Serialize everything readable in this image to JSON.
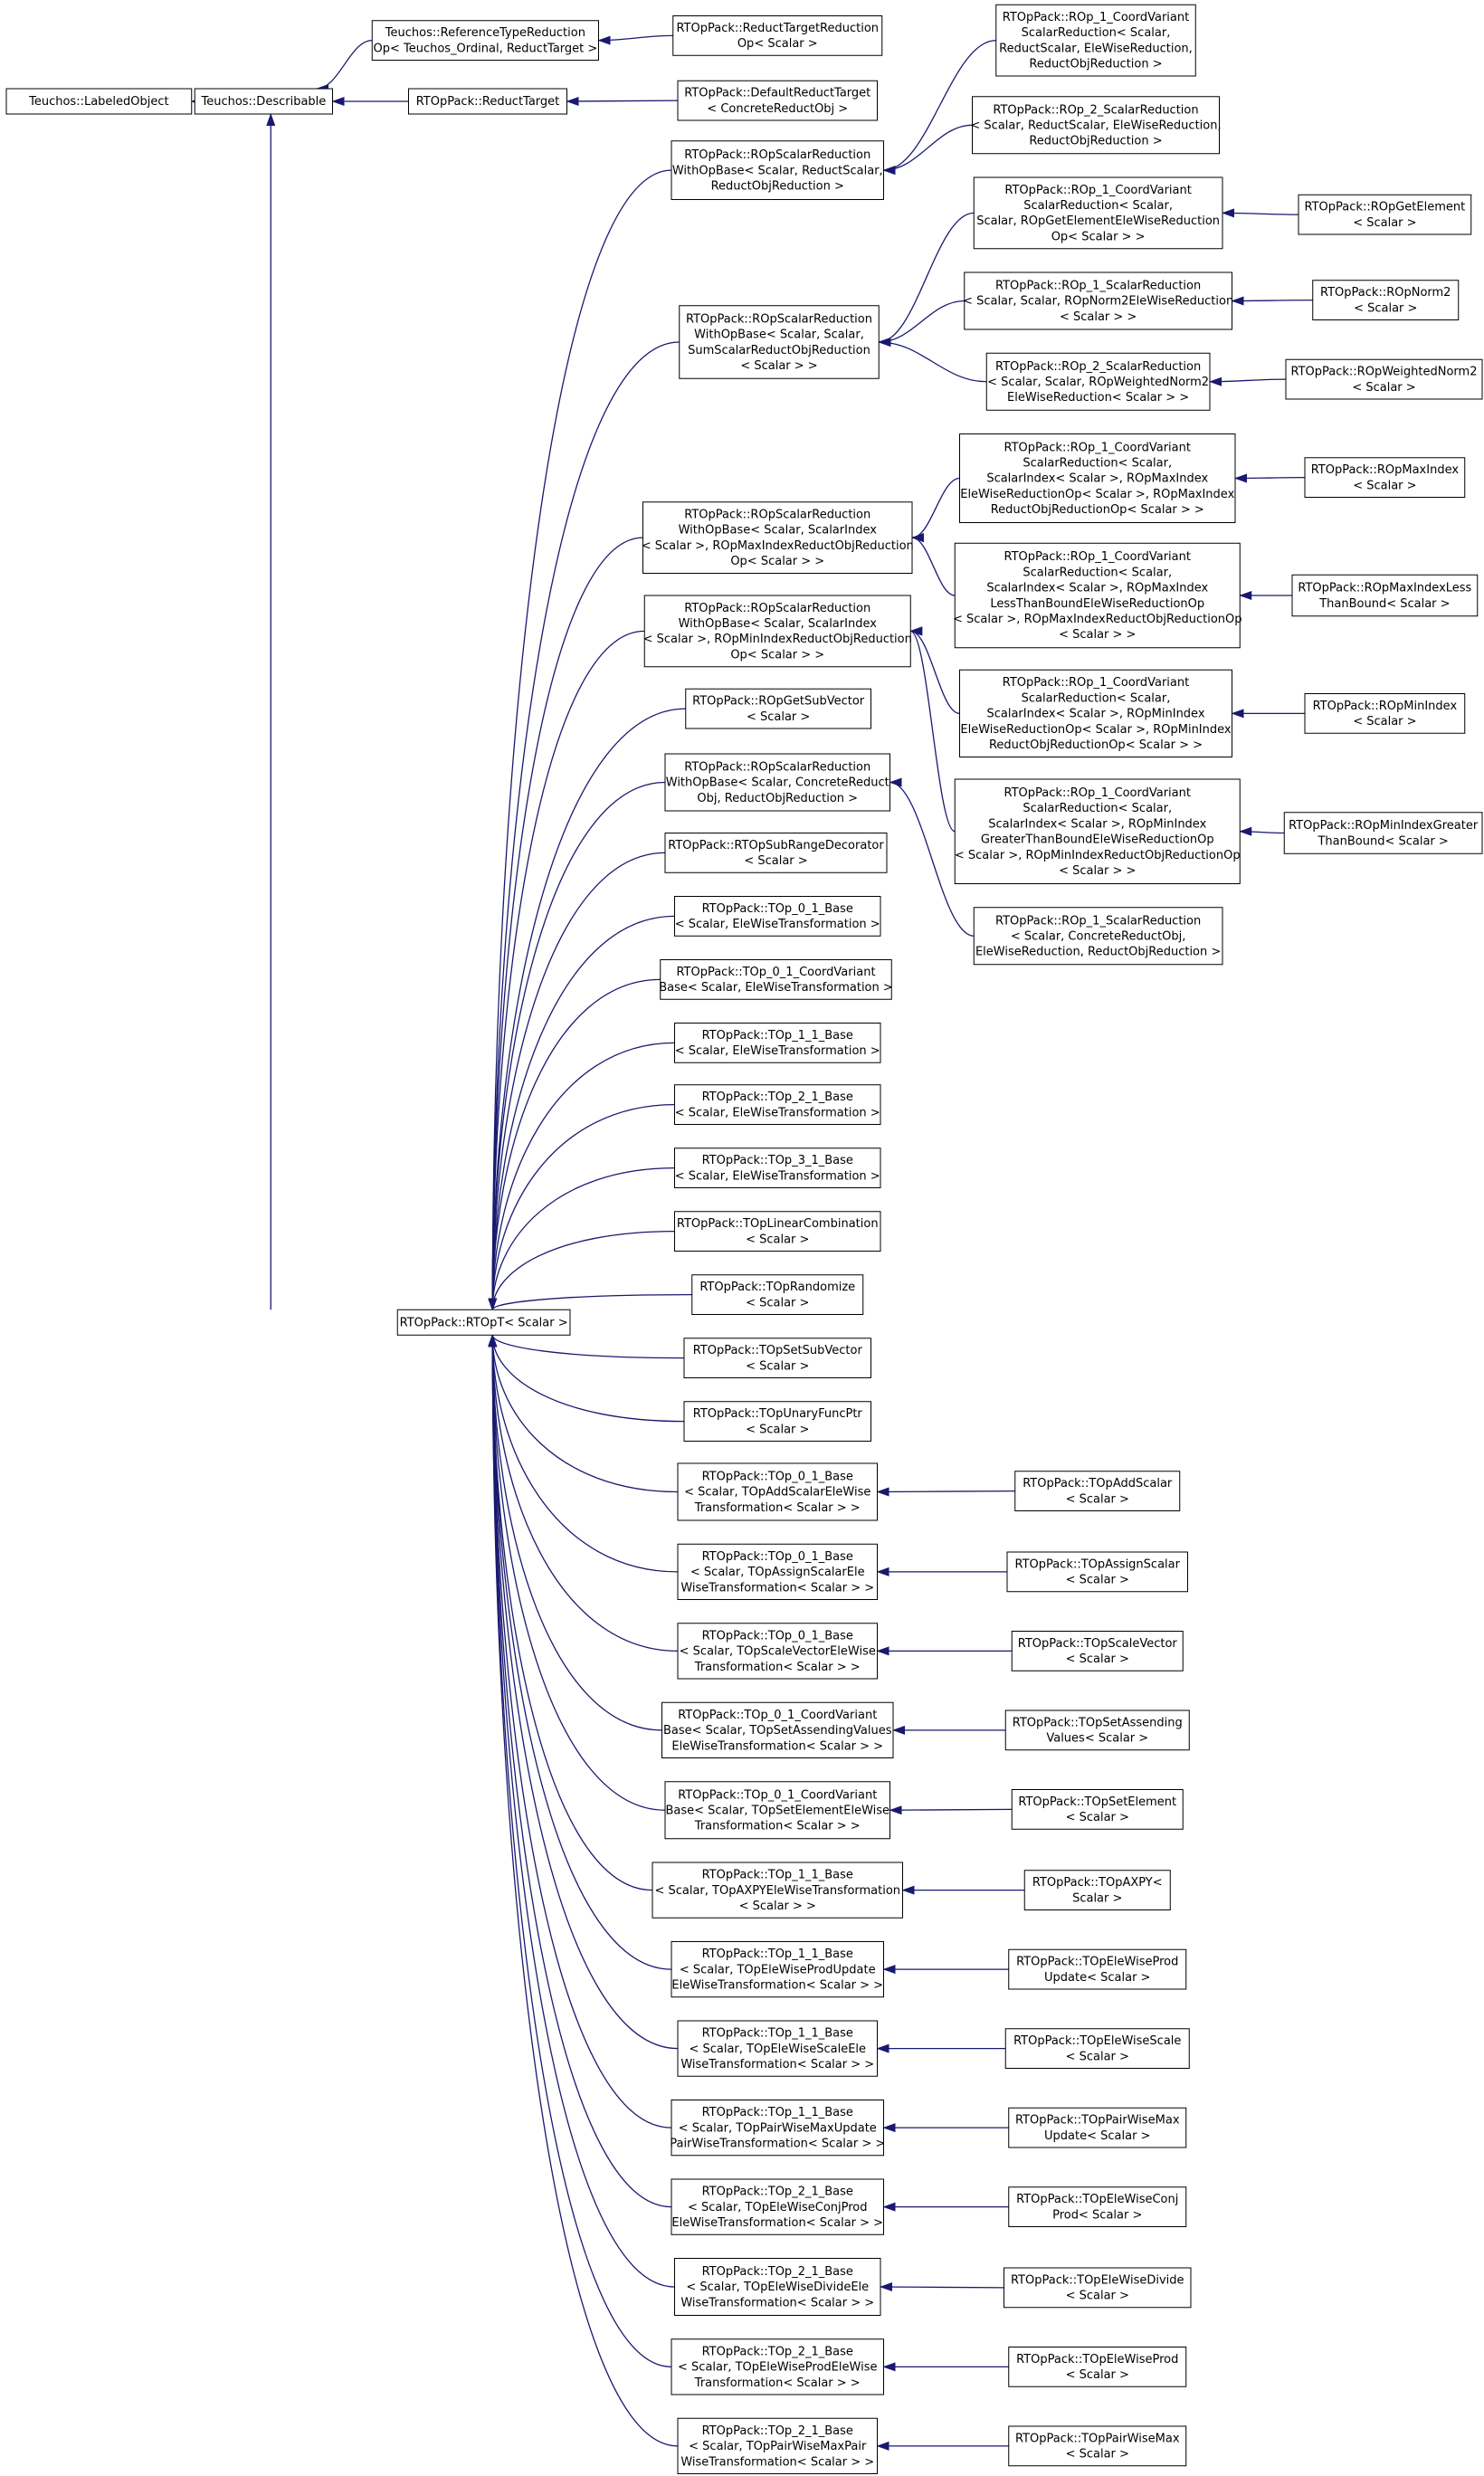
{
  "colors": {
    "edge": "#191970",
    "node_border": "#000000",
    "background": "#ffffff"
  },
  "nodes": [
    {
      "id": "labeled",
      "lines": [
        "Teuchos::LabeledObject"
      ]
    },
    {
      "id": "describable",
      "lines": [
        "Teuchos::Describable"
      ]
    },
    {
      "id": "rtopt",
      "lines": [
        "RTOpPack::RTOpT< Scalar >"
      ]
    },
    {
      "id": "reftypered",
      "lines": [
        "Teuchos::ReferenceTypeReduction",
        "Op< Teuchos_Ordinal, ReductTarget >"
      ]
    },
    {
      "id": "reducttarget",
      "lines": [
        "RTOpPack::ReductTarget"
      ]
    },
    {
      "id": "reducttargetred",
      "lines": [
        "RTOpPack::ReductTargetReduction",
        "Op< Scalar >"
      ]
    },
    {
      "id": "defaultreducttarget",
      "lines": [
        "RTOpPack::DefaultReductTarget",
        "< ConcreteReductObj >"
      ]
    },
    {
      "id": "rop1cv_a",
      "lines": [
        "RTOpPack::ROp_1_CoordVariant",
        "ScalarReduction< Scalar,",
        "ReductScalar, EleWiseReduction,",
        "ReductObjReduction >"
      ]
    },
    {
      "id": "rop2sr_a",
      "lines": [
        "RTOpPack::ROp_2_ScalarReduction",
        "< Scalar, ReductScalar, EleWiseReduction,",
        "ReductObjReduction >"
      ]
    },
    {
      "id": "ropsrwob_a",
      "lines": [
        "RTOpPack::ROpScalarReduction",
        "WithOpBase< Scalar, ReductScalar,",
        "ReductObjReduction >"
      ]
    },
    {
      "id": "rop1cv_b",
      "lines": [
        "RTOpPack::ROp_1_CoordVariant",
        "ScalarReduction< Scalar,",
        "Scalar, ROpGetElementEleWiseReduction",
        "Op< Scalar > >"
      ]
    },
    {
      "id": "ropgetelement",
      "lines": [
        "RTOpPack::ROpGetElement",
        "< Scalar >"
      ]
    },
    {
      "id": "rop1sr_a",
      "lines": [
        "RTOpPack::ROp_1_ScalarReduction",
        "< Scalar, Scalar, ROpNorm2EleWiseReduction",
        "< Scalar > >"
      ]
    },
    {
      "id": "ropnorm2",
      "lines": [
        "RTOpPack::ROpNorm2",
        "< Scalar >"
      ]
    },
    {
      "id": "ropsrwob_b",
      "lines": [
        "RTOpPack::ROpScalarReduction",
        "WithOpBase< Scalar, Scalar,",
        "SumScalarReductObjReduction",
        "< Scalar > >"
      ]
    },
    {
      "id": "rop2sr_b",
      "lines": [
        "RTOpPack::ROp_2_ScalarReduction",
        "< Scalar, Scalar, ROpWeightedNorm2",
        "EleWiseReduction< Scalar > >"
      ]
    },
    {
      "id": "ropweightednorm2",
      "lines": [
        "RTOpPack::ROpWeightedNorm2",
        "< Scalar >"
      ]
    },
    {
      "id": "rop1cv_c",
      "lines": [
        "RTOpPack::ROp_1_CoordVariant",
        "ScalarReduction< Scalar,",
        "ScalarIndex< Scalar >, ROpMaxIndex",
        "EleWiseReductionOp< Scalar >, ROpMaxIndex",
        "ReductObjReductionOp< Scalar > >"
      ]
    },
    {
      "id": "ropmaxindex",
      "lines": [
        "RTOpPack::ROpMaxIndex",
        "< Scalar >"
      ]
    },
    {
      "id": "ropsrwob_c",
      "lines": [
        "RTOpPack::ROpScalarReduction",
        "WithOpBase< Scalar, ScalarIndex",
        "< Scalar >, ROpMaxIndexReductObjReduction",
        "Op< Scalar > >"
      ]
    },
    {
      "id": "rop1cv_d",
      "lines": [
        "RTOpPack::ROp_1_CoordVariant",
        "ScalarReduction< Scalar,",
        "ScalarIndex< Scalar >, ROpMaxIndex",
        "LessThanBoundEleWiseReductionOp",
        "< Scalar >, ROpMaxIndexReductObjReductionOp",
        "< Scalar > >"
      ]
    },
    {
      "id": "ropmaxindexless",
      "lines": [
        "RTOpPack::ROpMaxIndexLess",
        "ThanBound< Scalar >"
      ]
    },
    {
      "id": "ropsrwob_d",
      "lines": [
        "RTOpPack::ROpScalarReduction",
        "WithOpBase< Scalar, ScalarIndex",
        "< Scalar >, ROpMinIndexReductObjReduction",
        "Op< Scalar > >"
      ]
    },
    {
      "id": "rop1cv_e",
      "lines": [
        "RTOpPack::ROp_1_CoordVariant",
        "ScalarReduction< Scalar,",
        "ScalarIndex< Scalar >, ROpMinIndex",
        "EleWiseReductionOp< Scalar >, ROpMinIndex",
        "ReductObjReductionOp< Scalar > >"
      ]
    },
    {
      "id": "ropminindex",
      "lines": [
        "RTOpPack::ROpMinIndex",
        "< Scalar >"
      ]
    },
    {
      "id": "ropgetsubvector",
      "lines": [
        "RTOpPack::ROpGetSubVector",
        "< Scalar >"
      ]
    },
    {
      "id": "rop1cv_f",
      "lines": [
        "RTOpPack::ROp_1_CoordVariant",
        "ScalarReduction< Scalar,",
        "ScalarIndex< Scalar >, ROpMinIndex",
        "GreaterThanBoundEleWiseReductionOp",
        "< Scalar >, ROpMinIndexReductObjReductionOp",
        "< Scalar > >"
      ]
    },
    {
      "id": "ropminindexgreater",
      "lines": [
        "RTOpPack::ROpMinIndexGreater",
        "ThanBound< Scalar >"
      ]
    },
    {
      "id": "ropsrwob_e",
      "lines": [
        "RTOpPack::ROpScalarReduction",
        "WithOpBase< Scalar, ConcreteReduct",
        "Obj, ReductObjReduction >"
      ]
    },
    {
      "id": "ropsubrange",
      "lines": [
        "RTOpPack::RTOpSubRangeDecorator",
        "< Scalar >"
      ]
    },
    {
      "id": "rop1sr_b",
      "lines": [
        "RTOpPack::ROp_1_ScalarReduction",
        "< Scalar, ConcreteReductObj,",
        "EleWiseReduction, ReductObjReduction >"
      ]
    },
    {
      "id": "top01base",
      "lines": [
        "RTOpPack::TOp_0_1_Base",
        "< Scalar, EleWiseTransformation >"
      ]
    },
    {
      "id": "top01cv",
      "lines": [
        "RTOpPack::TOp_0_1_CoordVariant",
        "Base< Scalar, EleWiseTransformation >"
      ]
    },
    {
      "id": "top11base",
      "lines": [
        "RTOpPack::TOp_1_1_Base",
        "< Scalar, EleWiseTransformation >"
      ]
    },
    {
      "id": "top21base",
      "lines": [
        "RTOpPack::TOp_2_1_Base",
        "< Scalar, EleWiseTransformation >"
      ]
    },
    {
      "id": "top31base",
      "lines": [
        "RTOpPack::TOp_3_1_Base",
        "< Scalar, EleWiseTransformation >"
      ]
    },
    {
      "id": "toplincomb",
      "lines": [
        "RTOpPack::TOpLinearCombination",
        "< Scalar >"
      ]
    },
    {
      "id": "toprandomize",
      "lines": [
        "RTOpPack::TOpRandomize",
        "< Scalar >"
      ]
    },
    {
      "id": "topsetsubvector",
      "lines": [
        "RTOpPack::TOpSetSubVector",
        "< Scalar >"
      ]
    },
    {
      "id": "topunaryfuncptr",
      "lines": [
        "RTOpPack::TOpUnaryFuncPtr",
        "< Scalar >"
      ]
    },
    {
      "id": "top01_addscalar",
      "lines": [
        "RTOpPack::TOp_0_1_Base",
        "< Scalar, TOpAddScalarEleWise",
        "Transformation< Scalar > >"
      ]
    },
    {
      "id": "topaddscalar",
      "lines": [
        "RTOpPack::TOpAddScalar",
        "< Scalar >"
      ]
    },
    {
      "id": "top01_assignscalar",
      "lines": [
        "RTOpPack::TOp_0_1_Base",
        "< Scalar, TOpAssignScalarEle",
        "WiseTransformation< Scalar > >"
      ]
    },
    {
      "id": "topassignscalar",
      "lines": [
        "RTOpPack::TOpAssignScalar",
        "< Scalar >"
      ]
    },
    {
      "id": "top01_scalevector",
      "lines": [
        "RTOpPack::TOp_0_1_Base",
        "< Scalar, TOpScaleVectorEleWise",
        "Transformation< Scalar > >"
      ]
    },
    {
      "id": "topscalevector",
      "lines": [
        "RTOpPack::TOpScaleVector",
        "< Scalar >"
      ]
    },
    {
      "id": "top01cv_setascending",
      "lines": [
        "RTOpPack::TOp_0_1_CoordVariant",
        "Base< Scalar, TOpSetAssendingValues",
        "EleWiseTransformation< Scalar > >"
      ]
    },
    {
      "id": "topsetassending",
      "lines": [
        "RTOpPack::TOpSetAssending",
        "Values< Scalar >"
      ]
    },
    {
      "id": "top01cv_setelement",
      "lines": [
        "RTOpPack::TOp_0_1_CoordVariant",
        "Base< Scalar, TOpSetElementEleWise",
        "Transformation< Scalar > >"
      ]
    },
    {
      "id": "topsetelement",
      "lines": [
        "RTOpPack::TOpSetElement",
        "< Scalar >"
      ]
    },
    {
      "id": "top11_axpy",
      "lines": [
        "RTOpPack::TOp_1_1_Base",
        "< Scalar, TOpAXPYEleWiseTransformation",
        "< Scalar > >"
      ]
    },
    {
      "id": "topaxpy",
      "lines": [
        "RTOpPack::TOpAXPY<",
        "Scalar >"
      ]
    },
    {
      "id": "top11_produpdate",
      "lines": [
        "RTOpPack::TOp_1_1_Base",
        "< Scalar, TOpEleWiseProdUpdate",
        "EleWiseTransformation< Scalar > >"
      ]
    },
    {
      "id": "topelewiseprodupdate",
      "lines": [
        "RTOpPack::TOpEleWiseProd",
        "Update< Scalar >"
      ]
    },
    {
      "id": "top11_elewisescale",
      "lines": [
        "RTOpPack::TOp_1_1_Base",
        "< Scalar, TOpEleWiseScaleEle",
        "WiseTransformation< Scalar > >"
      ]
    },
    {
      "id": "topelewisescale",
      "lines": [
        "RTOpPack::TOpEleWiseScale",
        "< Scalar >"
      ]
    },
    {
      "id": "top11_pairwisemaxupdate",
      "lines": [
        "RTOpPack::TOp_1_1_Base",
        "< Scalar, TOpPairWiseMaxUpdate",
        "PairWiseTransformation< Scalar > >"
      ]
    },
    {
      "id": "toppairwisemaxupdate",
      "lines": [
        "RTOpPack::TOpPairWiseMax",
        "Update< Scalar >"
      ]
    },
    {
      "id": "top21_conjprod",
      "lines": [
        "RTOpPack::TOp_2_1_Base",
        "< Scalar, TOpEleWiseConjProd",
        "EleWiseTransformation< Scalar > >"
      ]
    },
    {
      "id": "topelewiseconjprod",
      "lines": [
        "RTOpPack::TOpEleWiseConj",
        "Prod< Scalar >"
      ]
    },
    {
      "id": "top21_divide",
      "lines": [
        "RTOpPack::TOp_2_1_Base",
        "< Scalar, TOpEleWiseDivideEle",
        "WiseTransformation< Scalar > >"
      ]
    },
    {
      "id": "topelewisedivide",
      "lines": [
        "RTOpPack::TOpEleWiseDivide",
        "< Scalar >"
      ]
    },
    {
      "id": "top21_prod",
      "lines": [
        "RTOpPack::TOp_2_1_Base",
        "< Scalar, TOpEleWiseProdEleWise",
        "Transformation< Scalar > >"
      ]
    },
    {
      "id": "topelewiseprod",
      "lines": [
        "RTOpPack::TOpEleWiseProd",
        "< Scalar >"
      ]
    },
    {
      "id": "top21_pairwisemax",
      "lines": [
        "RTOpPack::TOp_2_1_Base",
        "< Scalar, TOpPairWiseMaxPair",
        "WiseTransformation< Scalar > >"
      ]
    },
    {
      "id": "toppairwisemax",
      "lines": [
        "RTOpPack::TOpPairWiseMax",
        "< Scalar >"
      ]
    }
  ],
  "edges": [
    {
      "from": "describable",
      "to": "labeled"
    },
    {
      "from": "reducttarget",
      "to": "describable"
    },
    {
      "from": "reftypered",
      "to": "describable"
    },
    {
      "from": "rtopt",
      "to": "describable"
    },
    {
      "from": "reducttargetred",
      "to": "reftypered"
    },
    {
      "from": "defaultreducttarget",
      "to": "reducttarget"
    },
    {
      "from": "rop1cv_a",
      "to": "ropsrwob_a"
    },
    {
      "from": "rop2sr_a",
      "to": "ropsrwob_a"
    },
    {
      "from": "rop1cv_b",
      "to": "ropsrwob_b"
    },
    {
      "from": "rop1sr_a",
      "to": "ropsrwob_b"
    },
    {
      "from": "rop2sr_b",
      "to": "ropsrwob_b"
    },
    {
      "from": "ropgetelement",
      "to": "rop1cv_b"
    },
    {
      "from": "ropnorm2",
      "to": "rop1sr_a"
    },
    {
      "from": "ropweightednorm2",
      "to": "rop2sr_b"
    },
    {
      "from": "rop1cv_c",
      "to": "ropsrwob_c"
    },
    {
      "from": "rop1cv_d",
      "to": "ropsrwob_c"
    },
    {
      "from": "ropmaxindex",
      "to": "rop1cv_c"
    },
    {
      "from": "ropmaxindexless",
      "to": "rop1cv_d"
    },
    {
      "from": "rop1cv_e",
      "to": "ropsrwob_d"
    },
    {
      "from": "rop1cv_f",
      "to": "ropsrwob_d"
    },
    {
      "from": "ropminindex",
      "to": "rop1cv_e"
    },
    {
      "from": "ropminindexgreater",
      "to": "rop1cv_f"
    },
    {
      "from": "rop1sr_b",
      "to": "ropsrwob_e"
    },
    {
      "from": "ropsrwob_a",
      "to": "rtopt"
    },
    {
      "from": "ropsrwob_b",
      "to": "rtopt"
    },
    {
      "from": "ropsrwob_c",
      "to": "rtopt"
    },
    {
      "from": "ropsrwob_d",
      "to": "rtopt"
    },
    {
      "from": "ropgetsubvector",
      "to": "rtopt"
    },
    {
      "from": "ropsrwob_e",
      "to": "rtopt"
    },
    {
      "from": "ropsubrange",
      "to": "rtopt"
    },
    {
      "from": "top01base",
      "to": "rtopt"
    },
    {
      "from": "top01cv",
      "to": "rtopt"
    },
    {
      "from": "top11base",
      "to": "rtopt"
    },
    {
      "from": "top21base",
      "to": "rtopt"
    },
    {
      "from": "top31base",
      "to": "rtopt"
    },
    {
      "from": "toplincomb",
      "to": "rtopt"
    },
    {
      "from": "toprandomize",
      "to": "rtopt"
    },
    {
      "from": "topsetsubvector",
      "to": "rtopt"
    },
    {
      "from": "topunaryfuncptr",
      "to": "rtopt"
    },
    {
      "from": "top01_addscalar",
      "to": "rtopt"
    },
    {
      "from": "top01_assignscalar",
      "to": "rtopt"
    },
    {
      "from": "top01_scalevector",
      "to": "rtopt"
    },
    {
      "from": "top01cv_setascending",
      "to": "rtopt"
    },
    {
      "from": "top01cv_setelement",
      "to": "rtopt"
    },
    {
      "from": "top11_axpy",
      "to": "rtopt"
    },
    {
      "from": "top11_produpdate",
      "to": "rtopt"
    },
    {
      "from": "top11_elewisescale",
      "to": "rtopt"
    },
    {
      "from": "top11_pairwisemaxupdate",
      "to": "rtopt"
    },
    {
      "from": "top21_conjprod",
      "to": "rtopt"
    },
    {
      "from": "top21_divide",
      "to": "rtopt"
    },
    {
      "from": "top21_prod",
      "to": "rtopt"
    },
    {
      "from": "top21_pairwisemax",
      "to": "rtopt"
    },
    {
      "from": "topaddscalar",
      "to": "top01_addscalar"
    },
    {
      "from": "topassignscalar",
      "to": "top01_assignscalar"
    },
    {
      "from": "topscalevector",
      "to": "top01_scalevector"
    },
    {
      "from": "topsetassending",
      "to": "top01cv_setascending"
    },
    {
      "from": "topsetelement",
      "to": "top01cv_setelement"
    },
    {
      "from": "topaxpy",
      "to": "top11_axpy"
    },
    {
      "from": "topelewiseprodupdate",
      "to": "top11_produpdate"
    },
    {
      "from": "topelewisescale",
      "to": "top11_elewisescale"
    },
    {
      "from": "toppairwisemaxupdate",
      "to": "top11_pairwisemaxupdate"
    },
    {
      "from": "topelewiseconjprod",
      "to": "top21_conjprod"
    },
    {
      "from": "topelewisedivide",
      "to": "top21_divide"
    },
    {
      "from": "topelewiseprod",
      "to": "top21_prod"
    },
    {
      "from": "toppairwisemax",
      "to": "top21_pairwisemax"
    }
  ]
}
